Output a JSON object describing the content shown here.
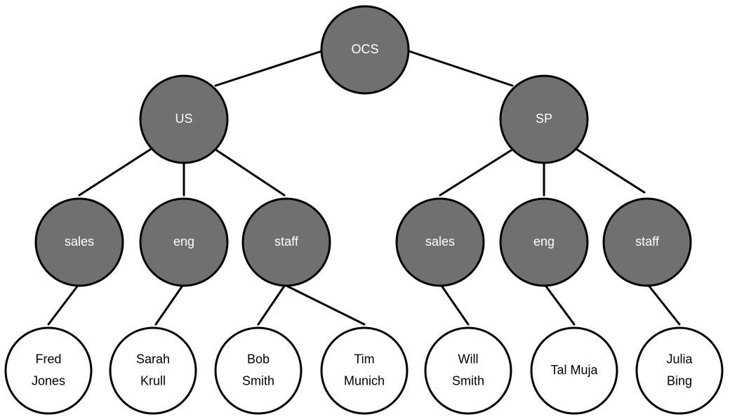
{
  "colors": {
    "internal_fill": "#707070",
    "internal_text": "#ffffff",
    "leaf_fill": "#ffffff",
    "leaf_text": "#000000",
    "edge": "#000000"
  },
  "tree": {
    "root": {
      "id": "ocs",
      "lines": [
        "OCS"
      ],
      "kind": "internal"
    },
    "level1": [
      {
        "id": "us",
        "lines": [
          "US"
        ],
        "kind": "internal",
        "parent": "ocs"
      },
      {
        "id": "sp",
        "lines": [
          "SP"
        ],
        "kind": "internal",
        "parent": "ocs"
      }
    ],
    "level2": [
      {
        "id": "us-sales",
        "lines": [
          "sales"
        ],
        "kind": "internal",
        "parent": "us"
      },
      {
        "id": "us-eng",
        "lines": [
          "eng"
        ],
        "kind": "internal",
        "parent": "us"
      },
      {
        "id": "us-staff",
        "lines": [
          "staff"
        ],
        "kind": "internal",
        "parent": "us"
      },
      {
        "id": "sp-sales",
        "lines": [
          "sales"
        ],
        "kind": "internal",
        "parent": "sp"
      },
      {
        "id": "sp-eng",
        "lines": [
          "eng"
        ],
        "kind": "internal",
        "parent": "sp"
      },
      {
        "id": "sp-staff",
        "lines": [
          "staff"
        ],
        "kind": "internal",
        "parent": "sp"
      }
    ],
    "leaves": [
      {
        "id": "fred-jones",
        "lines": [
          "Fred",
          "Jones"
        ],
        "kind": "leaf",
        "parent": "us-sales"
      },
      {
        "id": "sarah-krull",
        "lines": [
          "Sarah",
          "Krull"
        ],
        "kind": "leaf",
        "parent": "us-eng"
      },
      {
        "id": "bob-smith",
        "lines": [
          "Bob",
          "Smith"
        ],
        "kind": "leaf",
        "parent": "us-staff"
      },
      {
        "id": "tim-munich",
        "lines": [
          "Tim",
          "Munich"
        ],
        "kind": "leaf",
        "parent": "us-staff"
      },
      {
        "id": "will-smith",
        "lines": [
          "Will",
          "Smith"
        ],
        "kind": "leaf",
        "parent": "sp-sales"
      },
      {
        "id": "tal-muja",
        "lines": [
          "Tal Muja"
        ],
        "kind": "leaf",
        "parent": "sp-eng"
      },
      {
        "id": "julia-bing",
        "lines": [
          "Julia",
          "Bing"
        ],
        "kind": "leaf",
        "parent": "sp-staff"
      }
    ]
  }
}
